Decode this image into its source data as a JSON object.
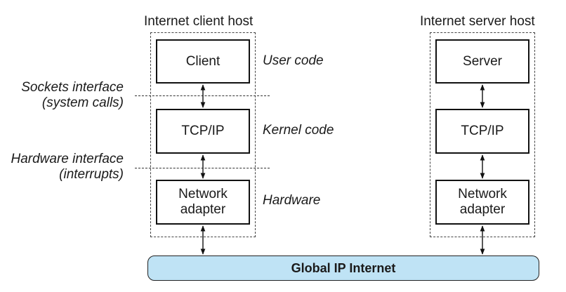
{
  "client_host": {
    "title": "Internet client host",
    "layers": [
      {
        "label": "Client"
      },
      {
        "label": "TCP/IP"
      },
      {
        "label": "Network\nadapter"
      }
    ]
  },
  "server_host": {
    "title": "Internet server host",
    "layers": [
      {
        "label": "Server"
      },
      {
        "label": "TCP/IP"
      },
      {
        "label": "Network\nadapter"
      }
    ]
  },
  "layer_notes": {
    "user_code": "User code",
    "kernel_code": "Kernel code",
    "hardware": "Hardware"
  },
  "interfaces": {
    "sockets": {
      "line1": "Sockets interface",
      "line2": "(system calls)"
    },
    "hardware": {
      "line1": "Hardware interface",
      "line2": "(interrupts)"
    }
  },
  "network": {
    "label": "Global IP Internet",
    "color": "#bfe3f5"
  }
}
